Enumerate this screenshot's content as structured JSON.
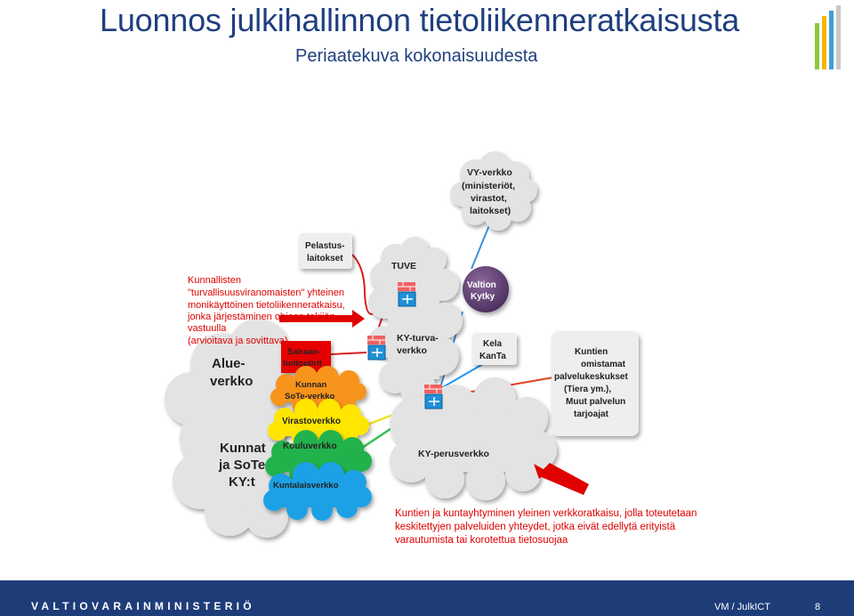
{
  "slide": {
    "title": "Luonnos julkihallinnon tietoliikenneratkaisusta",
    "subtitle": "Periaatekuva kokonaisuudesta"
  },
  "diagram": {
    "clouds": {
      "vy_verkko": [
        "VY-verkko",
        "(ministeriöt,",
        "virastot,",
        "laitokset)"
      ],
      "tuve": "TUVE",
      "ky_turvaverkko": [
        "KY-turva-",
        "verkko"
      ],
      "alueverkko": [
        "Alue-",
        "verkko"
      ],
      "kunnat": [
        "Kunnat",
        "ja SoTe",
        "KY:t"
      ],
      "ky_perusverkko": "KY-perusverkko",
      "kunnan_sote": [
        "Kunnan",
        "SoTe-verkko"
      ],
      "virastoverkko": "Virastoverkko",
      "kouluverkko": "Kouluverkko",
      "kuntalaisverkko": "Kuntalaisverkko"
    },
    "boxes": {
      "pelastuslaitokset": [
        "Pelastus-",
        "laitokset"
      ],
      "sairaanhoitopiirit": [
        "Sairaan-",
        "hoitopiirit"
      ],
      "kela_kanta": [
        "Kela",
        "KanTa"
      ],
      "kuntien_omistamat": [
        "Kuntien",
        "omistamat",
        "palvelukeskukset",
        "(Tiera ym.),",
        "Muut palvelun",
        "tarjoajat"
      ]
    },
    "valtion_kytky": [
      "Valtion",
      "Kytky"
    ],
    "annotation_top": [
      "Kunnallisten",
      "\"turvallisuusviranomaisten\" yhteinen",
      "monikäyttöinen tietoliikenneratkaisu,",
      "jonka järjestäminen ohjeen tekijän",
      "vastuulla",
      "(arvioitava ja sovittava)"
    ],
    "annotation_bottom": [
      "Kuntien ja kuntayhtyminen  yleinen verkkoratkaisu, jolla toteutetaan",
      "keskitettyjen palveluiden yhteydet, jotka eivät edellytä erityistä",
      "varautumista  tai korotettua tietosuojaa"
    ],
    "colors": {
      "cloud": "#e3e3e3",
      "red": "#e60000",
      "orange": "#f7941e",
      "yellow": "#ffe600",
      "green": "#22b24c",
      "blue": "#1ea1e6",
      "annotation": "#e00000",
      "kytky": "#5b3d6e"
    }
  },
  "footer": {
    "ministry": "VALTIOVARAINMINISTERIÖ",
    "ref": "VM / JulkICT",
    "page": "8"
  }
}
